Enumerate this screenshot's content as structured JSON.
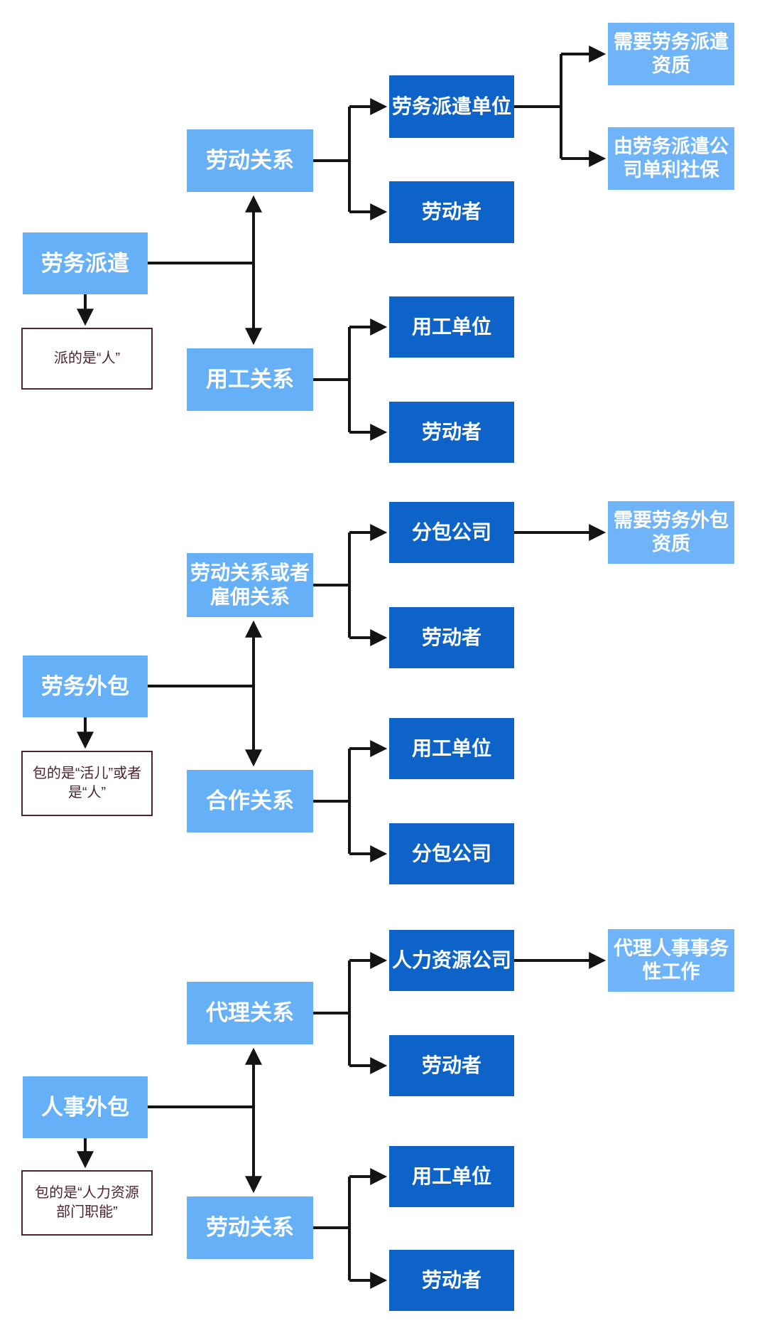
{
  "colors": {
    "relation_fill": "#66b0f7",
    "entity_fill": "#0e63c8",
    "note_fill": "#6fb4f8",
    "connector": "#141414",
    "annotation_border": "#4c2433",
    "annotation_text": "#4c2433",
    "box_text": "#ffffff"
  },
  "sections": [
    {
      "name": "labor-dispatch",
      "root": "劳务派遣",
      "annotation": "派的是“人”",
      "upper_relation": "劳动关系",
      "upper_children": [
        "劳务派遣单位",
        "劳动者"
      ],
      "upper_child_notes": [
        "需要劳务派遣\n资质",
        "由劳务派遣公\n司单利社保"
      ],
      "lower_relation": "用工关系",
      "lower_children": [
        "用工单位",
        "劳动者"
      ]
    },
    {
      "name": "labor-outsourcing",
      "root": "劳务外包",
      "annotation": "包的是“活儿”或者\n是“人”",
      "upper_relation": "劳动关系或者\n雇佣关系",
      "upper_children": [
        "分包公司",
        "劳动者"
      ],
      "upper_child_notes": [
        "需要劳务外包\n资质"
      ],
      "lower_relation": "合作关系",
      "lower_children": [
        "用工单位",
        "分包公司"
      ]
    },
    {
      "name": "hr-outsourcing",
      "root": "人事外包",
      "annotation": "包的是“人力资源\n部门职能”",
      "upper_relation": "代理关系",
      "upper_children": [
        "人力资源公司",
        "劳动者"
      ],
      "upper_child_notes": [
        "代理人事事务\n性工作"
      ],
      "lower_relation": "劳动关系",
      "lower_children": [
        "用工单位",
        "劳动者"
      ]
    }
  ]
}
